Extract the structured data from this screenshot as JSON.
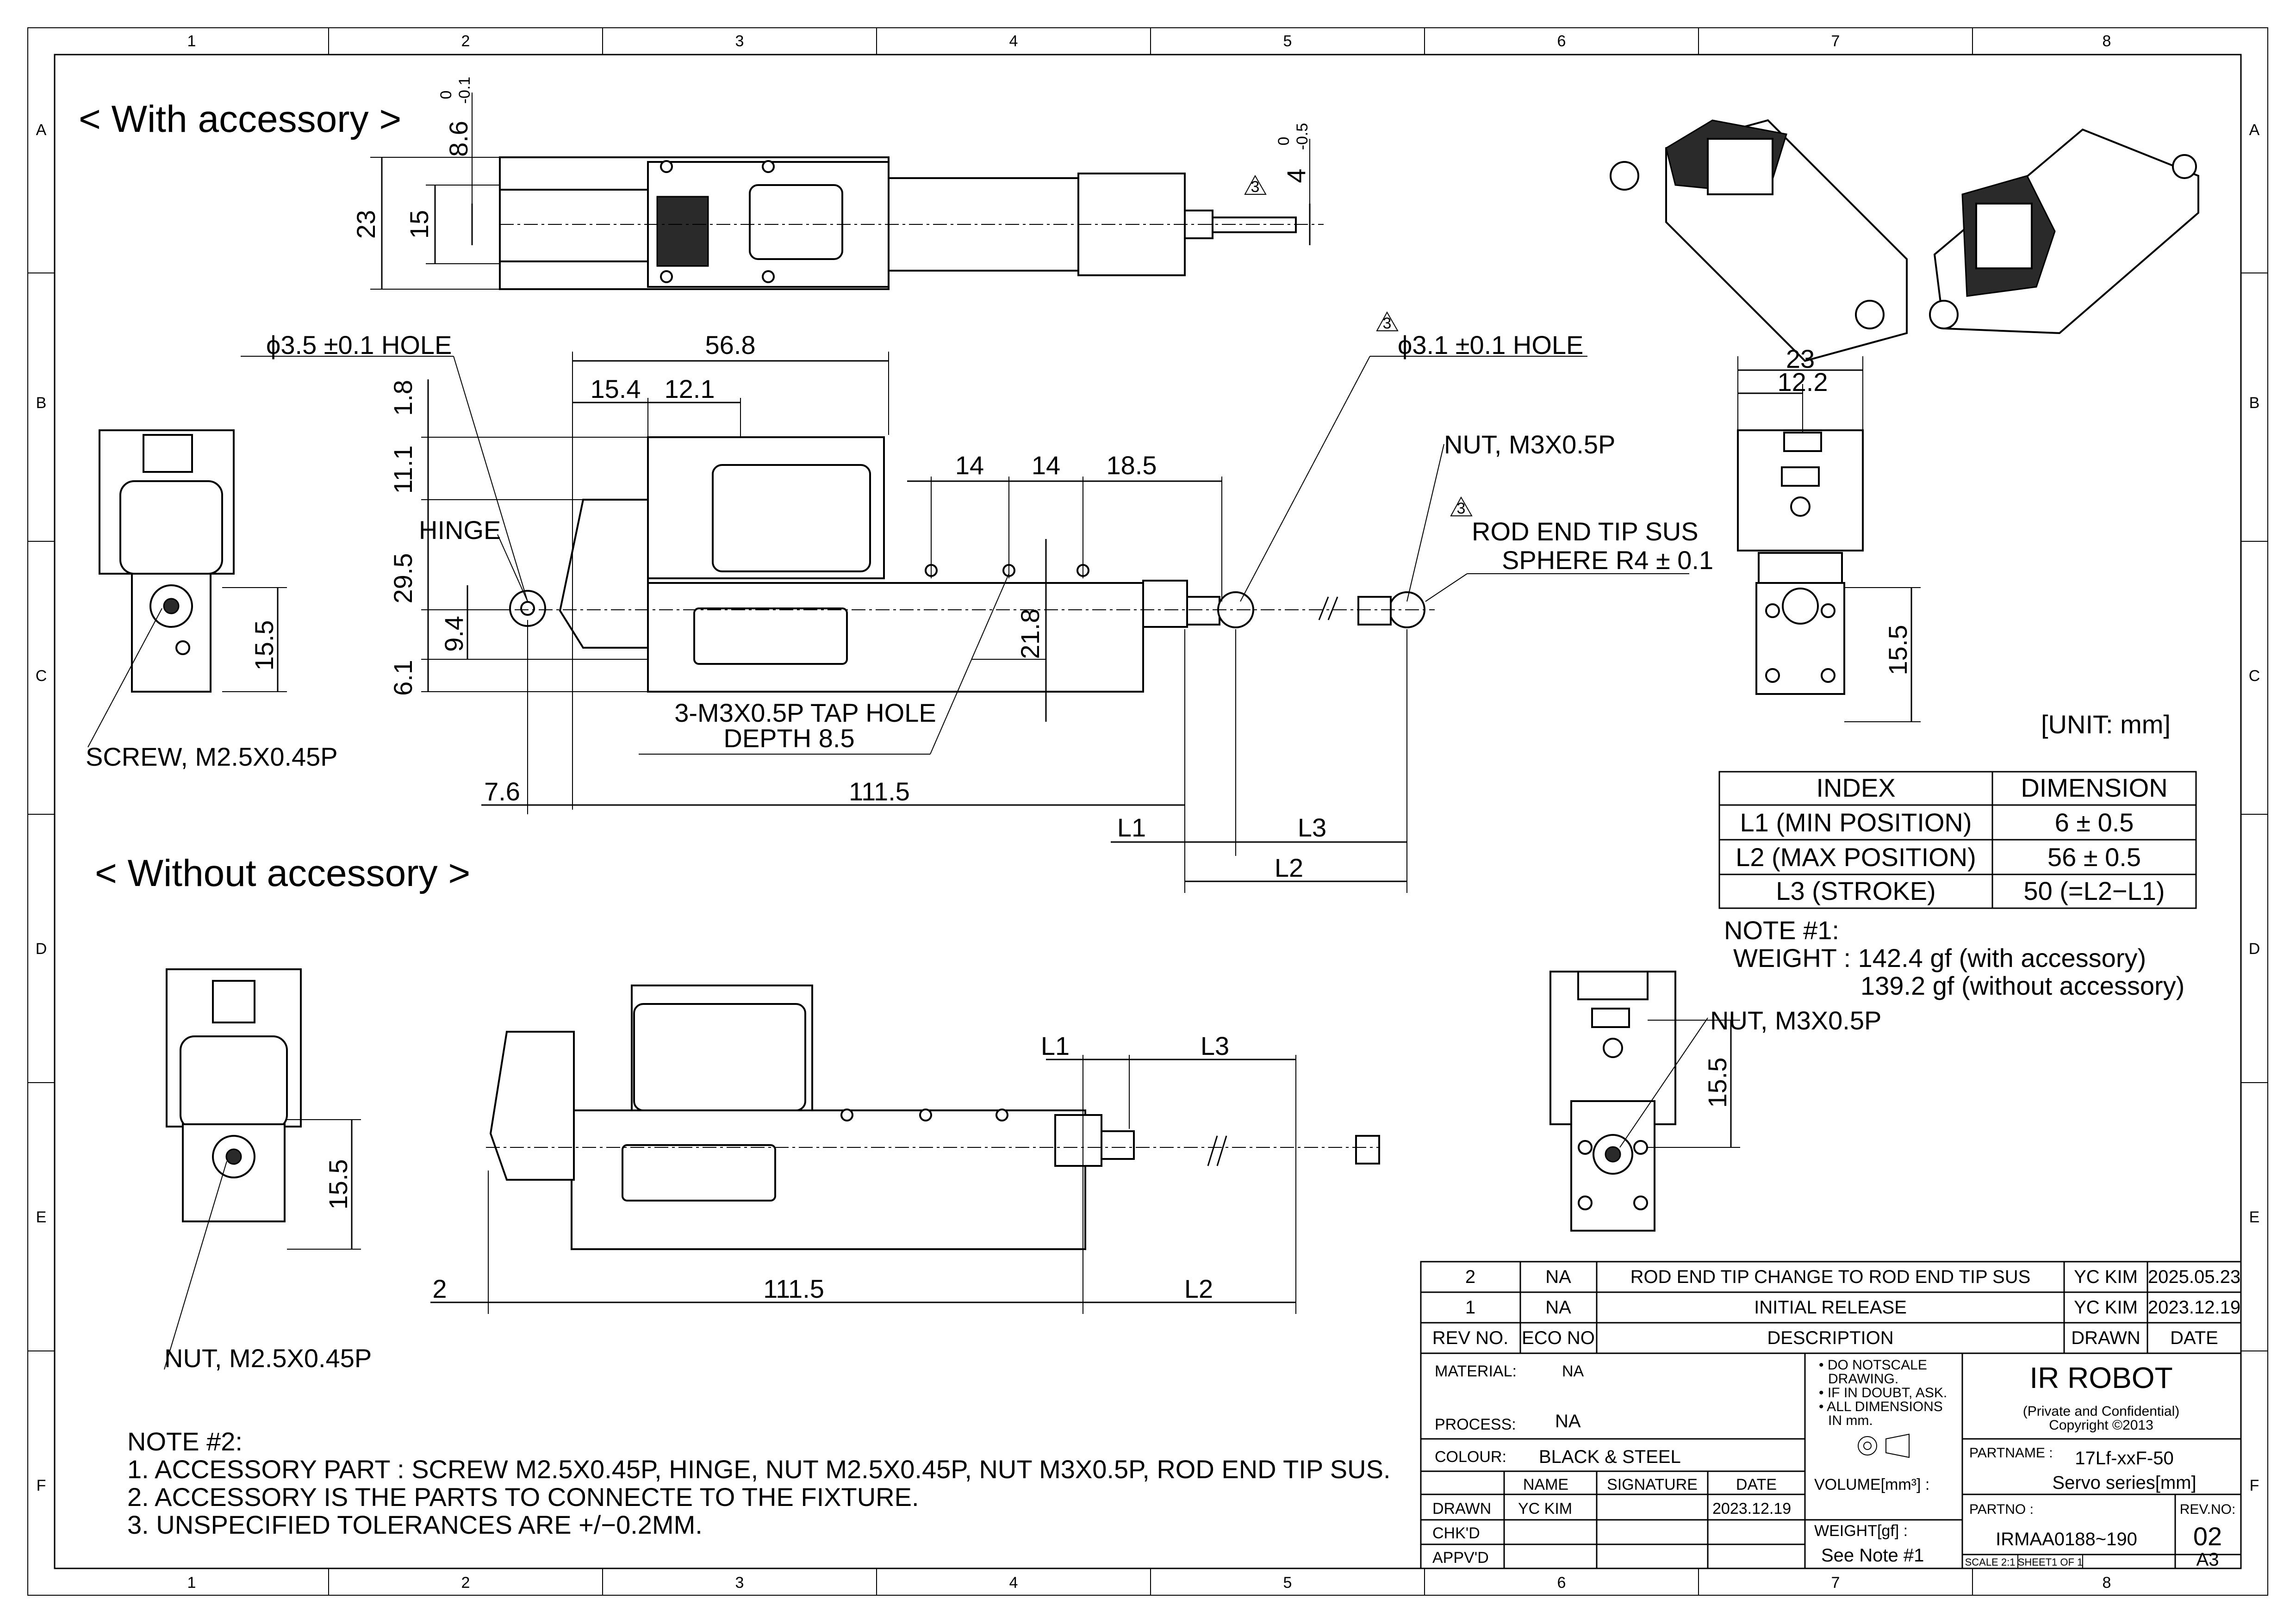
{
  "frame": {
    "columns": [
      "1",
      "2",
      "3",
      "4",
      "5",
      "6",
      "7",
      "8"
    ],
    "rows": [
      "A",
      "B",
      "C",
      "D",
      "E",
      "F"
    ]
  },
  "views": {
    "with_title": "< With accessory >",
    "without_title": "< Without accessory >",
    "unit": "[UNIT: mm]"
  },
  "dims": {
    "d23": "23",
    "d15": "15",
    "d8_6": "8.6",
    "d8_6_tol_top": "0",
    "d8_6_tol_bot": "-0.1",
    "rev_tag": "3",
    "d4": "4",
    "d4_tol_top": "0",
    "d4_tol_bot": "-0.5",
    "hole_35": "ϕ3.5 ±0.1 HOLE",
    "hole_31": "ϕ3.1 ±0.1 HOLE",
    "d56_8": "56.8",
    "d15_4": "15.4",
    "d12_1": "12.1",
    "d1_8": "1.8",
    "d11_1": "11.1",
    "d29_5": "29.5",
    "d9_4": "9.4",
    "d6_1": "6.1",
    "d14a": "14",
    "d14b": "14",
    "d18_5": "18.5",
    "d21_8": "21.8",
    "hinge": "HINGE",
    "tap": "3-M3X0.5P TAP HOLE",
    "depth": "DEPTH 8.5",
    "nut_m3": "NUT, M3X0.5P",
    "rod1": "ROD END TIP SUS",
    "rod2": "SPHERE R4 ± 0.1",
    "d7_6": "7.6",
    "d111_5": "111.5",
    "L1": "L1",
    "L2": "L2",
    "L3": "L3",
    "screw": "SCREW, M2.5X0.45P",
    "d15_5": "15.5",
    "d23r": "23",
    "d12_2": "12.2",
    "d2": "2",
    "nut_m25": "NUT, M2.5X0.45P",
    "nut_m3b": "NUT, M3X0.5P"
  },
  "index_table": {
    "headers": [
      "INDEX",
      "DIMENSION"
    ],
    "rows": [
      [
        "L1 (MIN POSITION)",
        "6 ± 0.5"
      ],
      [
        "L2 (MAX POSITION)",
        "56 ± 0.5"
      ],
      [
        "L3 (STROKE)",
        "50 (=L2−L1)"
      ]
    ]
  },
  "note1": {
    "title": "NOTE #1:",
    "line1": "WEIGHT : 142.4 gf  (with accessory)",
    "line2": "139.2 gf  (without accessory)"
  },
  "note2": {
    "title": "NOTE #2:",
    "lines": [
      "1. ACCESSORY PART :  SCREW M2.5X0.45P, HINGE, NUT M2.5X0.45P, NUT M3X0.5P, ROD END TIP SUS.",
      "2. ACCESSORY IS THE PARTS TO CONNECTE TO THE FIXTURE.",
      "3. UNSPECIFIED TOLERANCES ARE +/−0.2MM."
    ]
  },
  "revisions": [
    {
      "rev": "2",
      "eco": "NA",
      "desc": "ROD END TIP CHANGE TO ROD END TIP SUS",
      "drawn": "YC KIM",
      "date": "2025.05.23"
    },
    {
      "rev": "1",
      "eco": "NA",
      "desc": "INITIAL RELEASE",
      "drawn": "YC KIM",
      "date": "2023.12.19"
    }
  ],
  "rev_headers": {
    "rev": "REV NO.",
    "eco": "ECO NO",
    "desc": "DESCRIPTION",
    "drawn": "DRAWN",
    "date": "DATE"
  },
  "title_block": {
    "material_label": "MATERIAL:",
    "material": "NA",
    "process_label": "PROCESS:",
    "process": "NA",
    "colour_label": "COLOUR:",
    "colour": "BLACK & STEEL",
    "notes": [
      "• DO NOTSCALE",
      "DRAWING.",
      "• IF IN DOUBT, ASK.",
      "• ALL DIMENSIONS",
      "IN mm."
    ],
    "company": "IR ROBOT",
    "confidential": "(Private and Confidential)",
    "copyright": "Copyright ©2013",
    "partname_label": "PARTNAME :",
    "partname1": "17Lf-xxF-50",
    "partname2": "Servo series[mm]",
    "h_name": "NAME",
    "h_sig": "SIGNATURE",
    "h_date": "DATE",
    "drawn_label": "DRAWN",
    "drawn_name": "YC KIM",
    "drawn_date": "2023.12.19",
    "chkd_label": "CHK'D",
    "appvd_label": "APPV'D",
    "volume_label": "VOLUME[mm³] :",
    "weight_label": "WEIGHT[gf] :",
    "weight_value": "See Note #1",
    "partno_label": "PARTNO :",
    "partno": "IRMAA0188~190",
    "revno_label": "REV.NO:",
    "revno": "02",
    "scale": "SCALE  2:1",
    "sheet": "SHEET1 OF 1",
    "size": "A3"
  }
}
